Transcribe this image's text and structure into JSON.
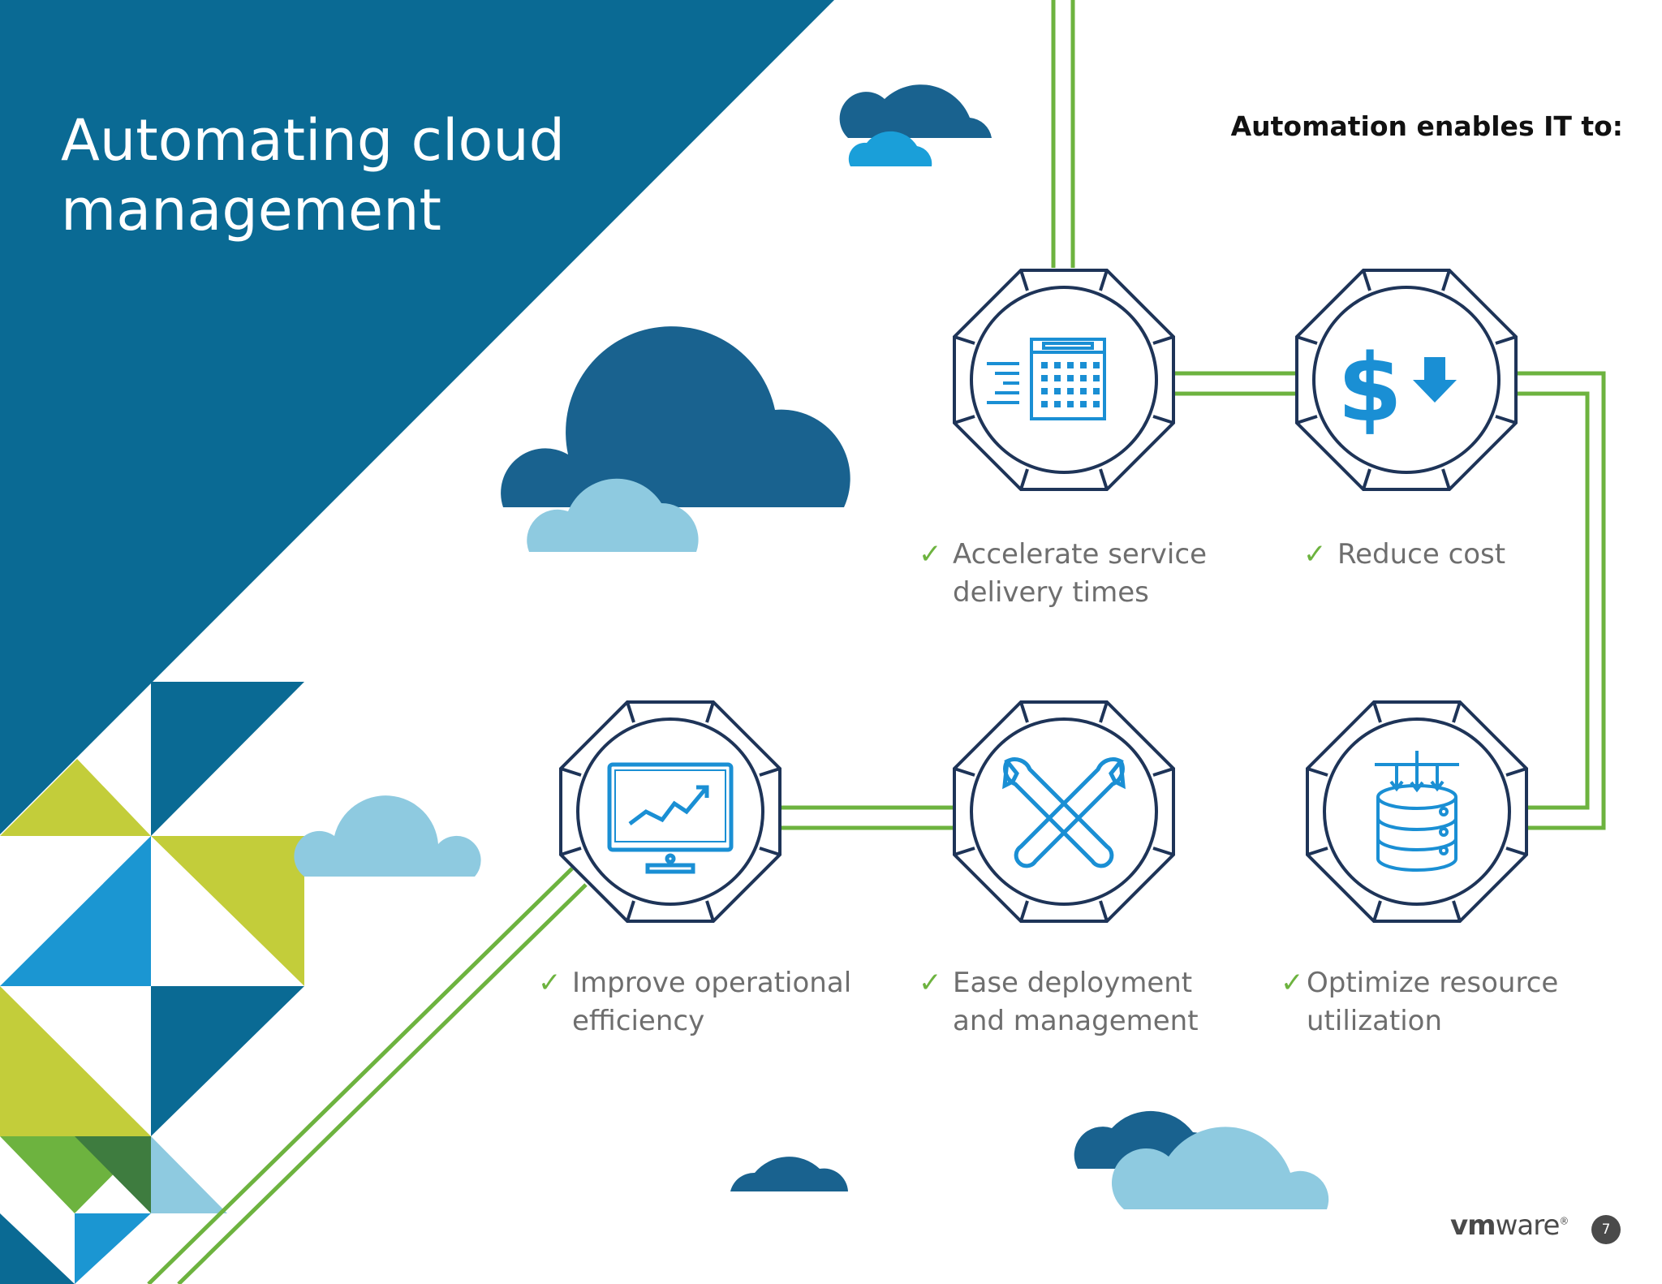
{
  "page": {
    "title_line1": "Automating cloud",
    "title_line2": "management",
    "lead_in": "Automation enables IT to:"
  },
  "benefits": [
    {
      "line1": "Accelerate service",
      "line2": "delivery times",
      "icon": "calendar-icon"
    },
    {
      "line1": "Reduce cost",
      "line2": "",
      "icon": "dollar-down-icon"
    },
    {
      "line1": "Improve operational",
      "line2": "efficiency",
      "icon": "monitor-chart-icon"
    },
    {
      "line1": "Ease deployment",
      "line2": "and management",
      "icon": "wrenches-icon"
    },
    {
      "line1": "Optimize resource",
      "line2": "utilization",
      "icon": "database-icon"
    }
  ],
  "footer": {
    "brand_strong": "vm",
    "brand_rest": "ware",
    "trademark": "®",
    "page_number": "7"
  },
  "colors": {
    "navy": "#0a6a94",
    "cloud_dark": "#19628f",
    "cloud_light": "#8ecae0",
    "cloud_bright": "#1a9fd9",
    "line_green": "#6db33f",
    "lime": "#c3cd3a",
    "icon_blue": "#1a8fd4",
    "outline": "#1e3458"
  },
  "check_glyph": "✓"
}
